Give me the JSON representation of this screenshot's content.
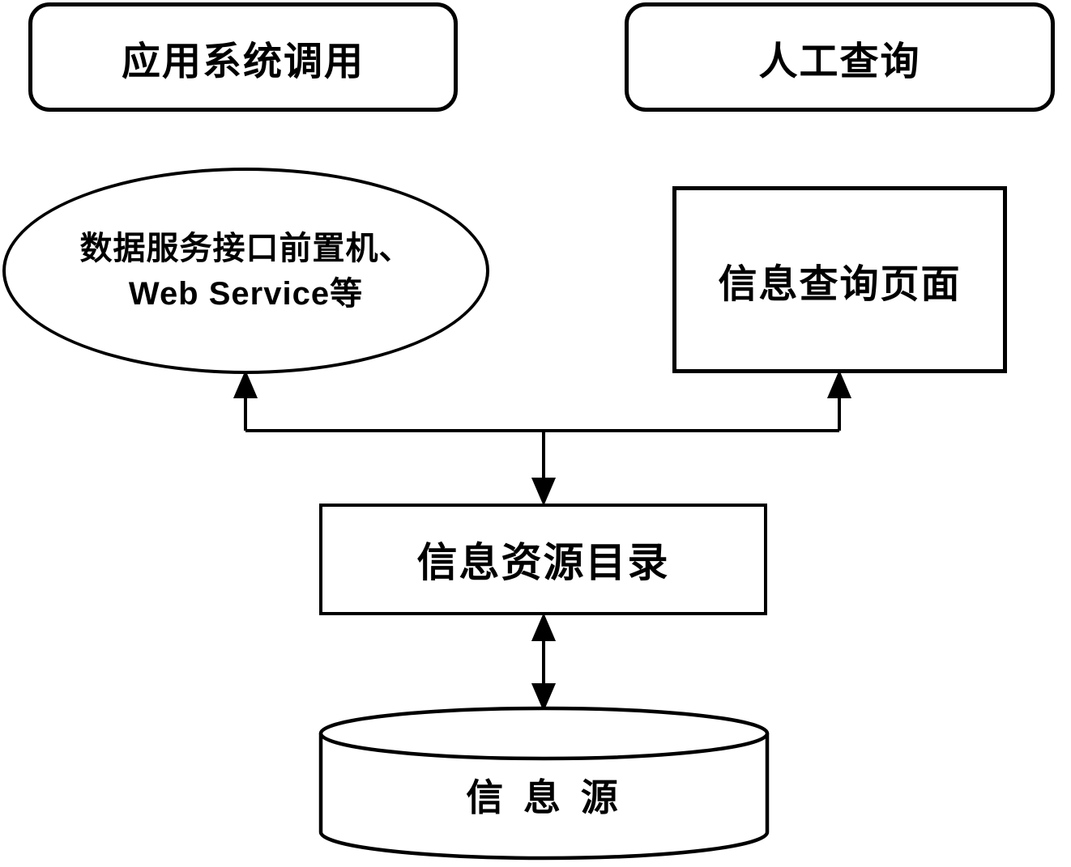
{
  "figure": {
    "background_color": "#ffffff",
    "stroke_color": "#000000",
    "text_color": "#000000"
  },
  "nodes": {
    "app_system_call": {
      "label": "应用系统调用",
      "shape": "rounded-rectangle"
    },
    "manual_query": {
      "label": "人工查询",
      "shape": "rounded-rectangle"
    },
    "data_service_frontend": {
      "label_line1": "数据服务接口前置机、",
      "label_line2": "Web Service等",
      "shape": "ellipse"
    },
    "info_query_page": {
      "label": "信息查询页面",
      "shape": "rectangle"
    },
    "info_resource_catalog": {
      "label": "信息资源目录",
      "shape": "rectangle"
    },
    "info_source": {
      "label": "信 息 源",
      "shape": "cylinder"
    }
  },
  "edges": [
    {
      "from": "info_resource_catalog",
      "to": "data_service_frontend",
      "arrow": "to"
    },
    {
      "from": "info_resource_catalog",
      "to": "info_query_page",
      "arrow": "to"
    },
    {
      "from": "branch_junction",
      "to": "info_resource_catalog",
      "arrow": "to"
    },
    {
      "from": "info_resource_catalog",
      "to": "info_source",
      "arrow": "both"
    }
  ]
}
